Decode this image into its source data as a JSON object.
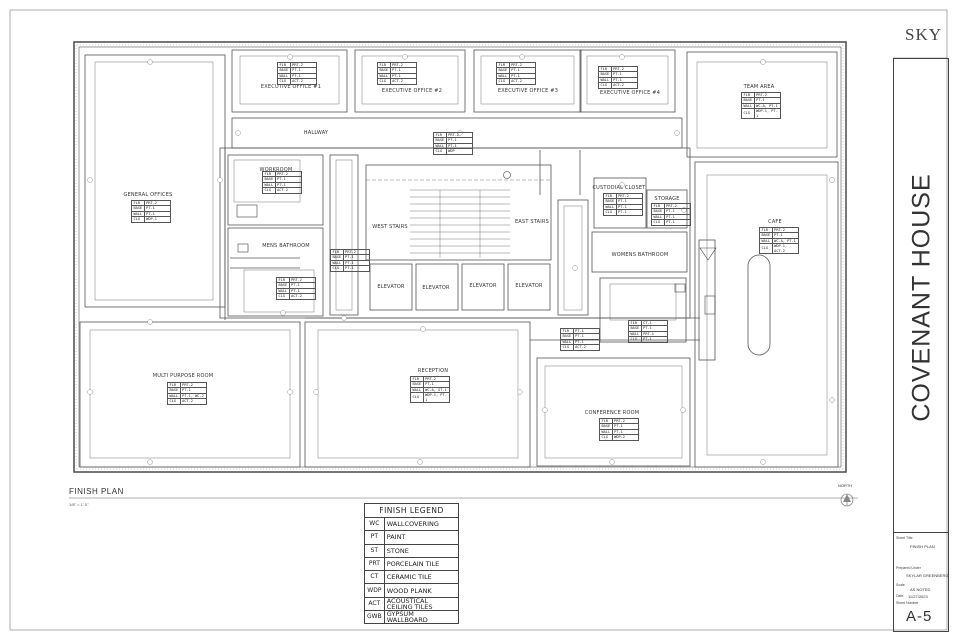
{
  "logo": "SKY",
  "rooms": {
    "executive_office_1": "EXECUTIVE OFFICE #1",
    "executive_office_2": "EXECUTIVE OFFICE #2",
    "executive_office_3": "EXECUTIVE OFFICE #3",
    "executive_office_4": "EXECUTIVE OFFICE #4",
    "team_area": "TEAM AREA",
    "hallway": "HALLWAY",
    "general_offices": "GENERAL OFFICES",
    "workroom": "WORKROOM",
    "mens_bathroom": "MENS BATHROOM",
    "west_stairs": "WEST STAIRS",
    "east_stairs": "EAST STAIRS",
    "elevator": "ELEVATOR",
    "custodial_closet": "CUSTODIAL CLOSET",
    "storage": "STORAGE",
    "womens_bathroom": "WOMENS BATHROOM",
    "cafe": "CAFE",
    "multi_purpose_room": "MULTI PURPOSE ROOM",
    "reception": "RECEPTION",
    "conference_room": "CONFERENCE ROOM"
  },
  "finish_tables": {
    "keys": [
      "FLR",
      "BASE",
      "WALL",
      "CLG"
    ],
    "executive_office": [
      "PRT-2",
      "PT-1",
      "PT-1",
      "ACT-2"
    ],
    "team_area": [
      "PRT-2",
      "PT-1",
      "WC-A, PT-1",
      "WDP-1, PT-1"
    ],
    "general_offices": [
      "PRT-2",
      "PT-1",
      "PT-1",
      "WDP-1"
    ],
    "hallway": [
      "PRT-2",
      "PT-1",
      "PT-1",
      "WDP"
    ],
    "workroom": [
      "PRT-2",
      "PT-1",
      "PT-1",
      "ACT-2"
    ],
    "stair": [
      "PRT-2",
      "PT-1",
      "PT-1",
      "PT-1"
    ],
    "mens_bathroom": [
      "PRT-2",
      "PT-1",
      "PT-1",
      "ACT-2"
    ],
    "custodial_closet": [
      "PRT-2",
      "PT-1",
      "PT-1",
      "PT-1"
    ],
    "storage": [
      "PRT-2",
      "PT-1",
      "PT-1",
      "PT-1"
    ],
    "cafe": [
      "PRT-2",
      "PT-1",
      "WC-A, PT-1",
      "WDP-1, ACT-2"
    ],
    "womens_bathroom": [
      "CT-1",
      "PT-1",
      "PRT-1",
      "PT-1"
    ],
    "east_corridor": [
      "PT-1",
      "PT-1",
      "PT-1",
      "ACT-2"
    ],
    "multi_purpose_room": [
      "PRT-2",
      "PT-1",
      "PT-1, WC-2",
      "ACT-2"
    ],
    "reception": [
      "PRT-2",
      "PT-1",
      "WC-A, ST-1",
      "WDP-1, PT-1"
    ],
    "conference_room": [
      "PRT-2",
      "PT-1",
      "PT-1",
      "WDP-2"
    ]
  },
  "plan_title": "FINISH PLAN",
  "plan_scale": "1/8\" = 1'-0\"",
  "north": "NORTH",
  "legend": {
    "title": "FINISH LEGEND",
    "rows": [
      {
        "code": "WC",
        "name": "WALLCOVERING"
      },
      {
        "code": "PT",
        "name": "PAINT"
      },
      {
        "code": "ST",
        "name": "STONE"
      },
      {
        "code": "PRT",
        "name": "PORCELAIN TILE"
      },
      {
        "code": "CT",
        "name": "CERAMIC TILE"
      },
      {
        "code": "WDP",
        "name": "WOOD PLANK"
      },
      {
        "code": "ACT",
        "name": "ACOUSTICAL CEILING TILES"
      },
      {
        "code": "GWB",
        "name": "GYPSUM WALLBOARD"
      }
    ]
  },
  "title_block": {
    "project": "COVENANT HOUSE",
    "sheet_title_label": "Sheet Title",
    "sheet_title": "FINISH PLAN",
    "prepared_by_label": "Prepared Under",
    "prepared_by": "SKYLAR GREENBERG",
    "scale_label": "Scale",
    "scale": "AS NOTED",
    "date_label": "Date",
    "date": "11/27/2023",
    "sheet_number_label": "Sheet Number",
    "sheet_number": "A-5"
  }
}
